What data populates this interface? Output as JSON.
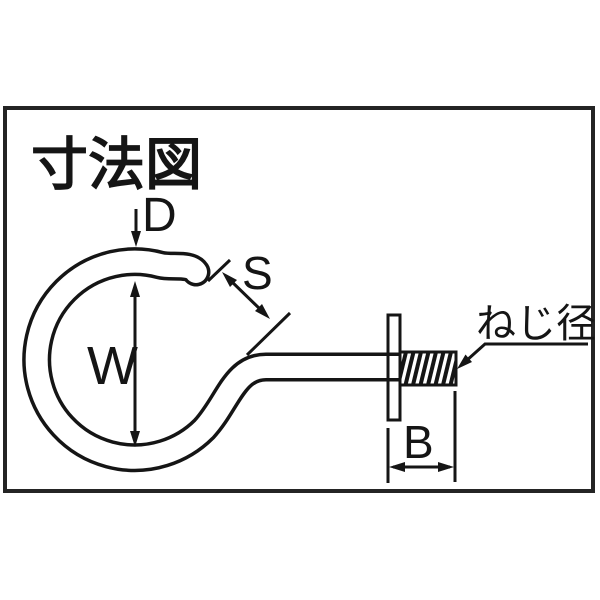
{
  "figure": {
    "title": "寸法図",
    "labels": {
      "wire_diameter": "D",
      "opening_gap": "S",
      "inner_width": "W",
      "thread_length": "B",
      "thread_diameter": "ねじ径"
    },
    "colors": {
      "line": "#151515",
      "frame": "#242424",
      "background": "#ffffff"
    }
  }
}
